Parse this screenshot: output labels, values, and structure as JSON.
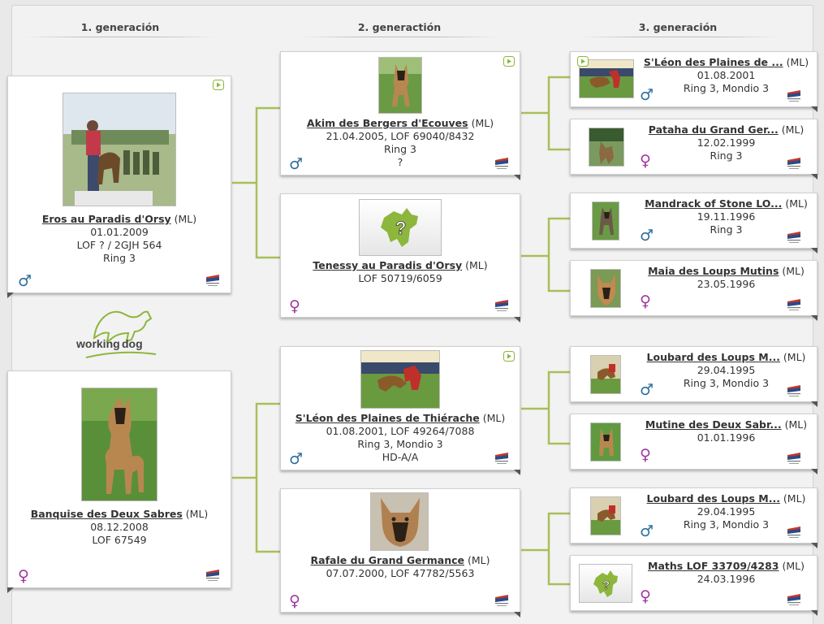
{
  "generations": {
    "gen1": "1. generación",
    "gen2": "2. generactión",
    "gen3": "3. generación"
  },
  "colors": {
    "connector": "#a8bf5a",
    "male": "#2c6e9c",
    "female": "#a0379b",
    "logo_green": "#8db63c"
  },
  "logo": {
    "line1": "working",
    "line2": "dog"
  },
  "gen1": [
    {
      "name": "Eros au Paradis d'Orsy",
      "reg": " (ML)",
      "line1": "01.01.2009",
      "line2": "LOF ? / 2GJH 564",
      "line3": "Ring 3",
      "sex": "male"
    },
    {
      "name": "Banquise des Deux Sabres",
      "reg": " (ML)",
      "line1": "08.12.2008",
      "line2": "LOF 67549",
      "sex": "female"
    }
  ],
  "gen2": [
    {
      "name": "Akim des Bergers d'Ecouves",
      "reg": " (ML)",
      "line1": "21.04.2005, LOF 69040/8432",
      "line2": "Ring 3",
      "line3": "?",
      "sex": "male"
    },
    {
      "name": "Tenessy au Paradis d'Orsy",
      "reg": " (ML)",
      "line1": "LOF 50719/6059",
      "sex": "female"
    },
    {
      "name": "S'Léon des Plaines de Thiérache",
      "reg": " (ML)",
      "line1": "01.08.2001, LOF 49264/7088",
      "line2": "Ring 3, Mondio 3",
      "line3": "HD-A/A",
      "sex": "male"
    },
    {
      "name": "Rafale du Grand Germance",
      "reg": " (ML)",
      "line1": "07.07.2000, LOF 47782/5563",
      "sex": "female"
    }
  ],
  "gen3": [
    {
      "name": "S'Léon des Plaines de ...",
      "reg": " (ML)",
      "line1": "01.08.2001",
      "line2": "Ring 3, Mondio 3",
      "sex": "male"
    },
    {
      "name": "Pataha du Grand Ger...",
      "reg": " (ML)",
      "line1": "12.02.1999",
      "line2": "Ring 3",
      "sex": "female"
    },
    {
      "name": "Mandrack of Stone LO...",
      "reg": " (ML)",
      "line1": "19.11.1996",
      "line2": "Ring 3",
      "sex": "male"
    },
    {
      "name": "Maia des Loups Mutins",
      "reg": " (ML)",
      "line1": "23.05.1996",
      "sex": "female"
    },
    {
      "name": "Loubard des Loups M...",
      "reg": " (ML)",
      "line1": "29.04.1995",
      "line2": "Ring 3, Mondio 3",
      "sex": "male"
    },
    {
      "name": "Mutine des Deux Sabr...",
      "reg": " (ML)",
      "line1": "01.01.1996",
      "sex": "female"
    },
    {
      "name": "Loubard des Loups M...",
      "reg": " (ML)",
      "line1": "29.04.1995",
      "line2": "Ring 3, Mondio 3",
      "sex": "male"
    },
    {
      "name": "Maths LOF 33709/4283",
      "reg": " (ML)",
      "line1": "24.03.1996",
      "sex": "female"
    }
  ]
}
